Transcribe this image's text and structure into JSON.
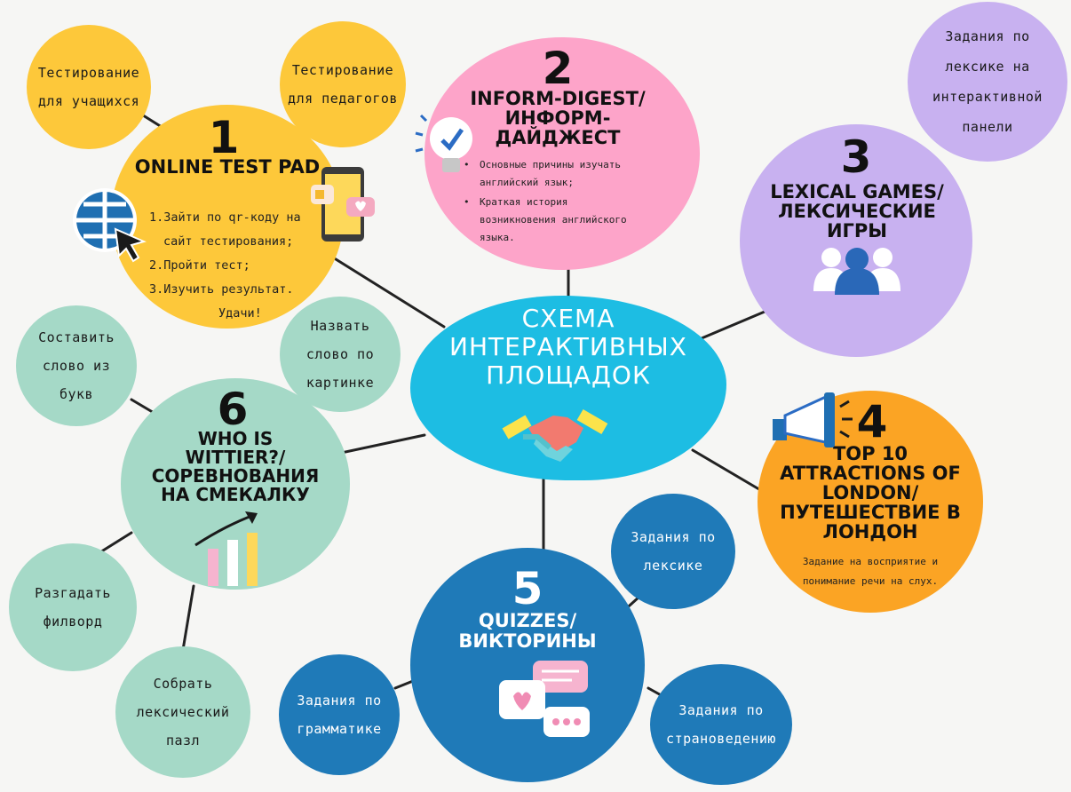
{
  "center": {
    "title_lines": [
      "СХЕМА",
      "ИНТЕРАКТИВНЫХ",
      "ПЛОЩАДОК"
    ]
  },
  "node1": {
    "number": "1",
    "title": "ONLINE TEST PAD",
    "steps": [
      "1.Зайти по qr-коду на",
      "сайт тестирования;",
      "2.Пройти тест;",
      "3.Изучить результат.",
      "Удачи!"
    ]
  },
  "node2": {
    "number": "2",
    "title_lines": [
      "INFORM-DIGEST/",
      "ИНФОРМ-",
      "ДАЙДЖЕСТ"
    ],
    "bullets": [
      [
        "Основные причины изучать",
        "английский язык;"
      ],
      [
        "Краткая история",
        "возникновения английского",
        "языка."
      ]
    ]
  },
  "node3": {
    "number": "3",
    "title_lines": [
      "LEXICAL GAMES/",
      "ЛЕКСИЧЕСКИЕ",
      "ИГРЫ"
    ]
  },
  "node4": {
    "number": "4",
    "title_lines": [
      "TOP 10",
      "ATTRACTIONS OF",
      "LONDON/",
      "ПУТЕШЕСТВИЕ В",
      "ЛОНДОН"
    ],
    "desc_lines": [
      "Задание на восприятие и",
      "понимание речи на слух."
    ]
  },
  "node5": {
    "number": "5",
    "title_lines": [
      "QUIZZES/",
      "ВИКТОРИНЫ"
    ]
  },
  "node6": {
    "number": "6",
    "title_lines": [
      "WHO IS",
      "WITTIER?/",
      "СОРЕВНОВАНИЯ",
      "НА СМЕКАЛКУ"
    ]
  },
  "satellites": {
    "students": [
      "Тестирование",
      "для учащихся"
    ],
    "teachers": [
      "Тестирование",
      "для педагогов"
    ],
    "lexis_panel": [
      "Задания по",
      "лексике на",
      "интерактивной",
      "панели"
    ],
    "make_word": [
      "Составить",
      "слово из",
      "букв"
    ],
    "name_word": [
      "Назвать",
      "слово по",
      "картинке"
    ],
    "wordsearch": [
      "Разгадать",
      "филворд"
    ],
    "puzzle": [
      "Собрать",
      "лексический",
      "пазл"
    ],
    "lexis": [
      "Задания по",
      "лексике"
    ],
    "grammar": [
      "Задания по",
      "грамматике"
    ],
    "country": [
      "Задания по",
      "страноведению"
    ]
  },
  "colors": {
    "yellow": "#fdc83a",
    "pink": "#fda4c9",
    "lavender": "#c8b1f0",
    "orange": "#fba424",
    "blue": "#1f7ab8",
    "mint": "#a5d9c7",
    "cyan": "#1dbde3",
    "line": "#222222"
  },
  "icons": [
    "globe-cursor-icon",
    "phone-likes-icon",
    "lightbulb-check-icon",
    "people-group-icon",
    "megaphone-icon",
    "handshake-icon",
    "growth-chart-icon",
    "chat-bubbles-icon"
  ]
}
